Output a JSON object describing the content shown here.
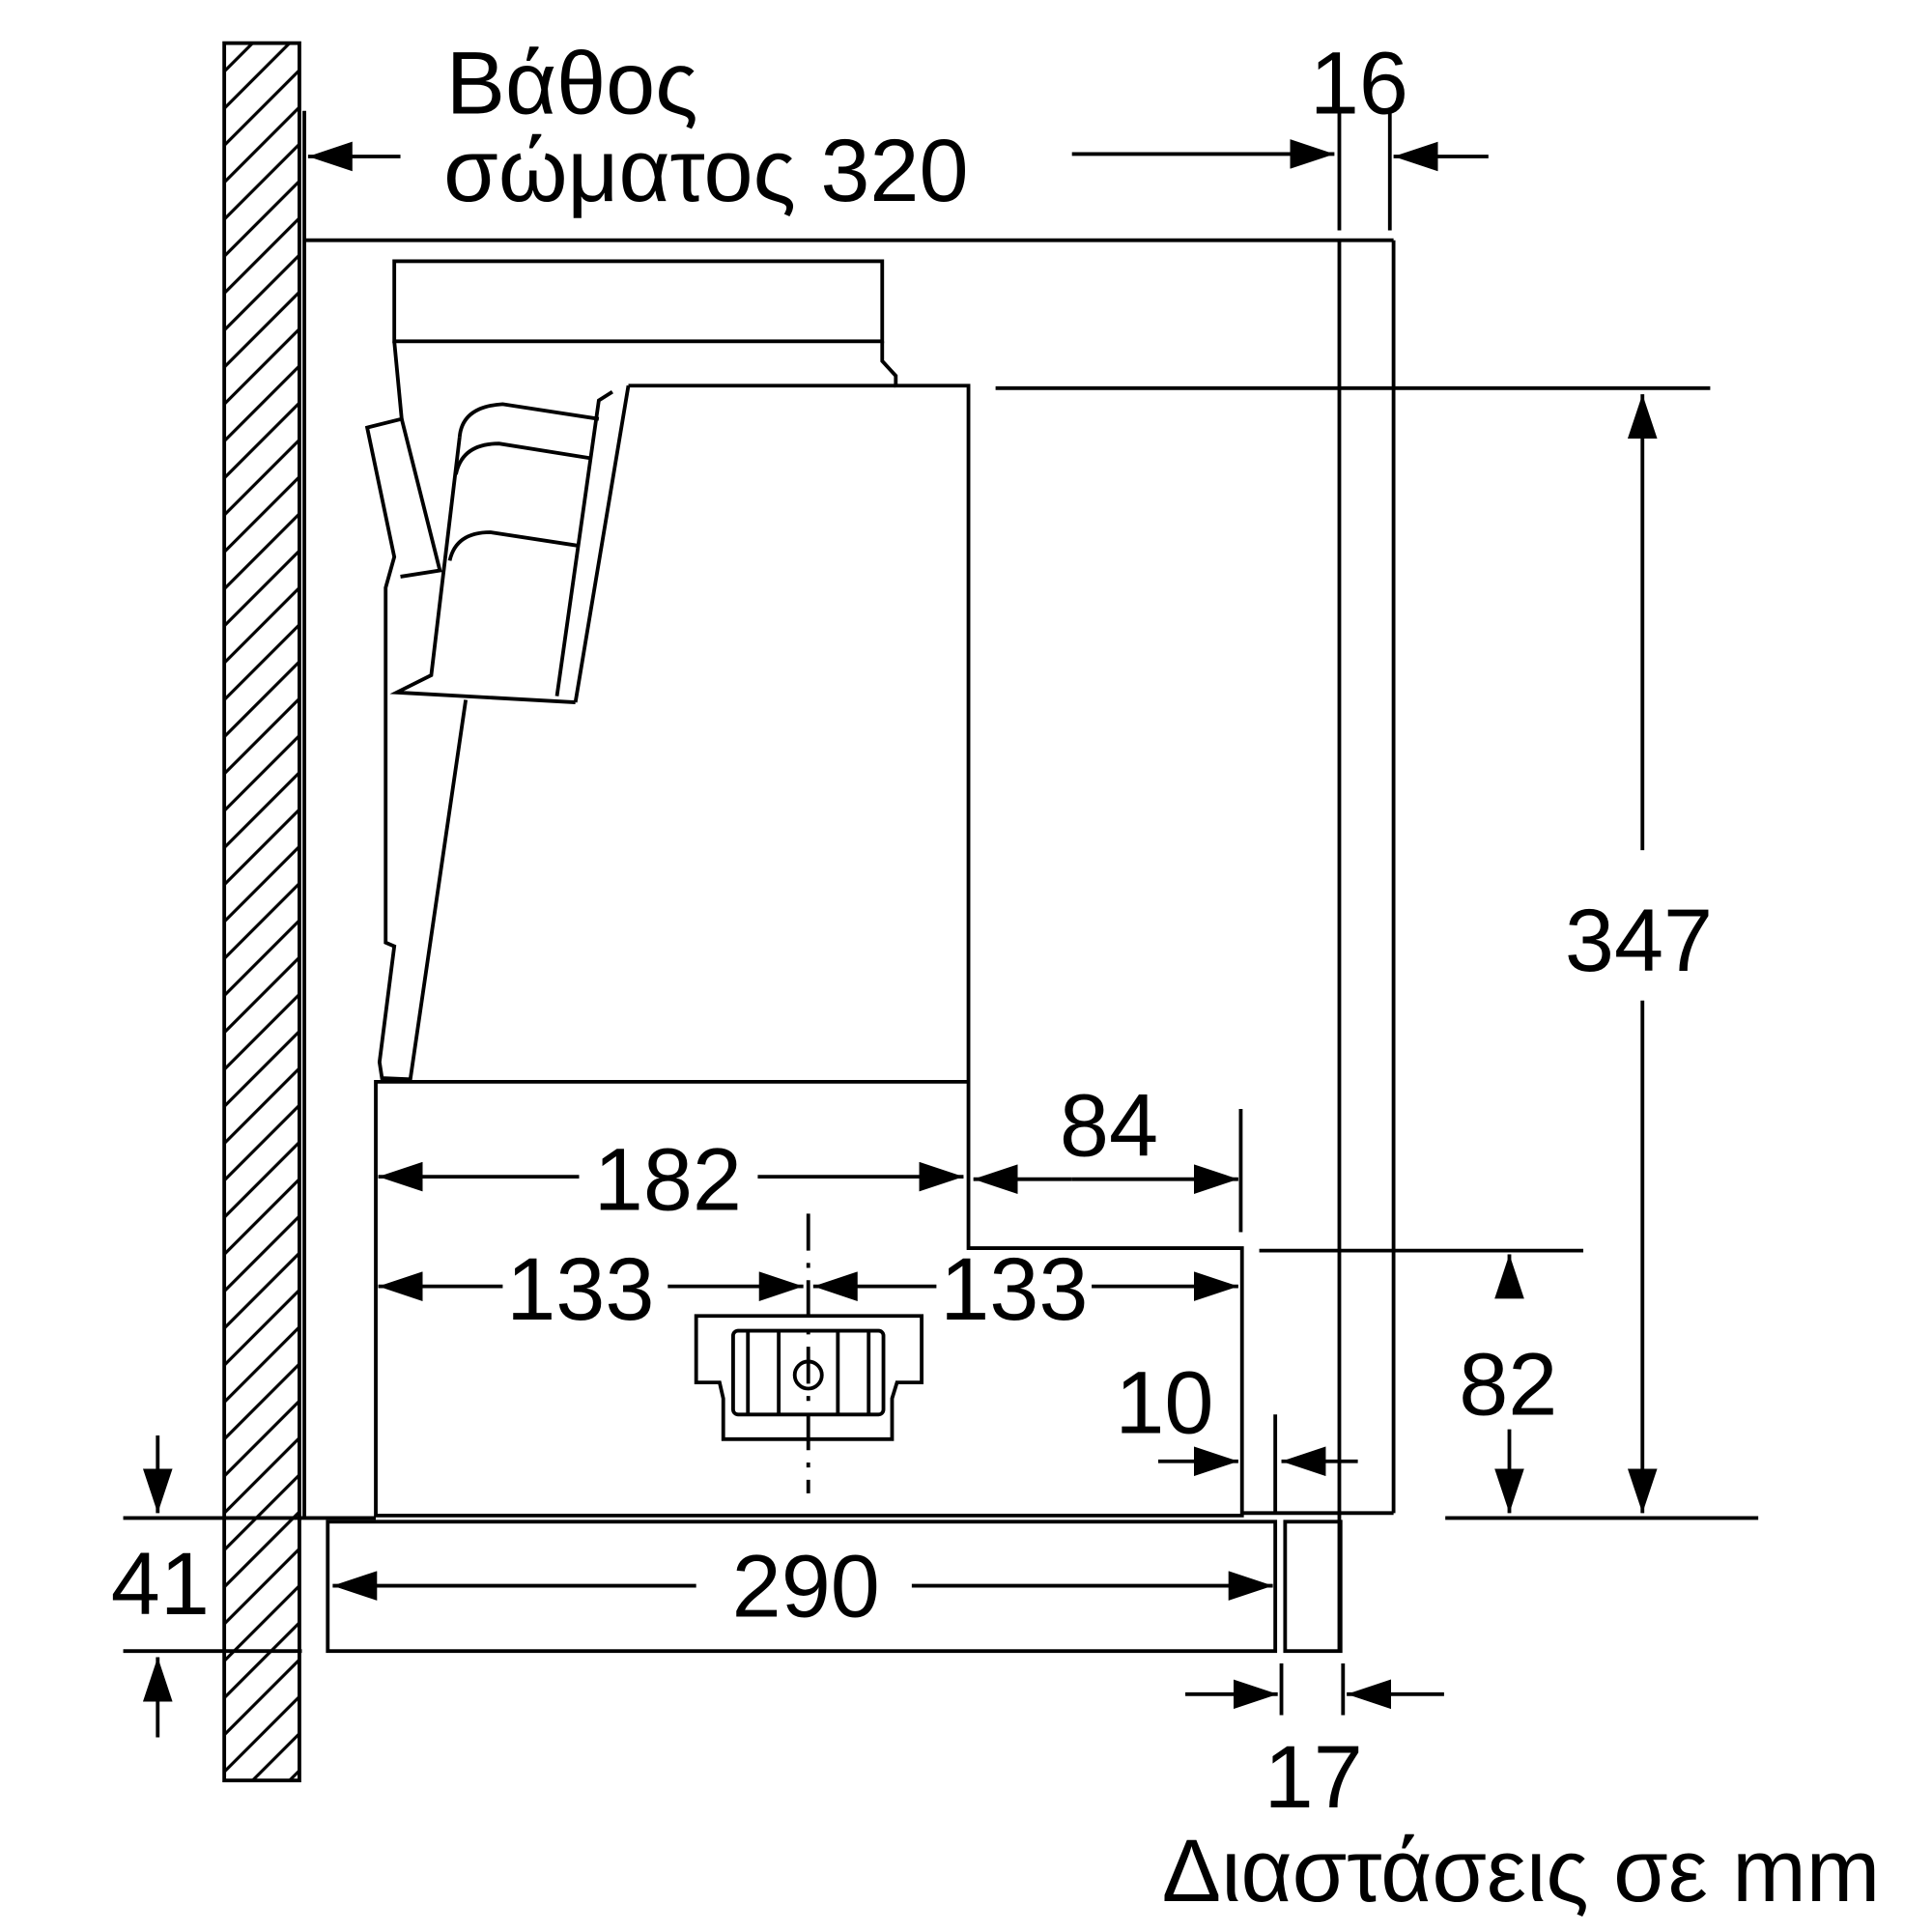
{
  "labels": {
    "depth_line1": "Βάθος",
    "depth_line2": "σώματος 320",
    "d16": "16",
    "d347": "347",
    "d84": "84",
    "d182": "182",
    "d133_left": "133",
    "d133_right": "133",
    "d10": "10",
    "d82": "82",
    "d41": "41",
    "d290": "290",
    "d17": "17",
    "units_note": "Διαστάσεις σε mm"
  }
}
